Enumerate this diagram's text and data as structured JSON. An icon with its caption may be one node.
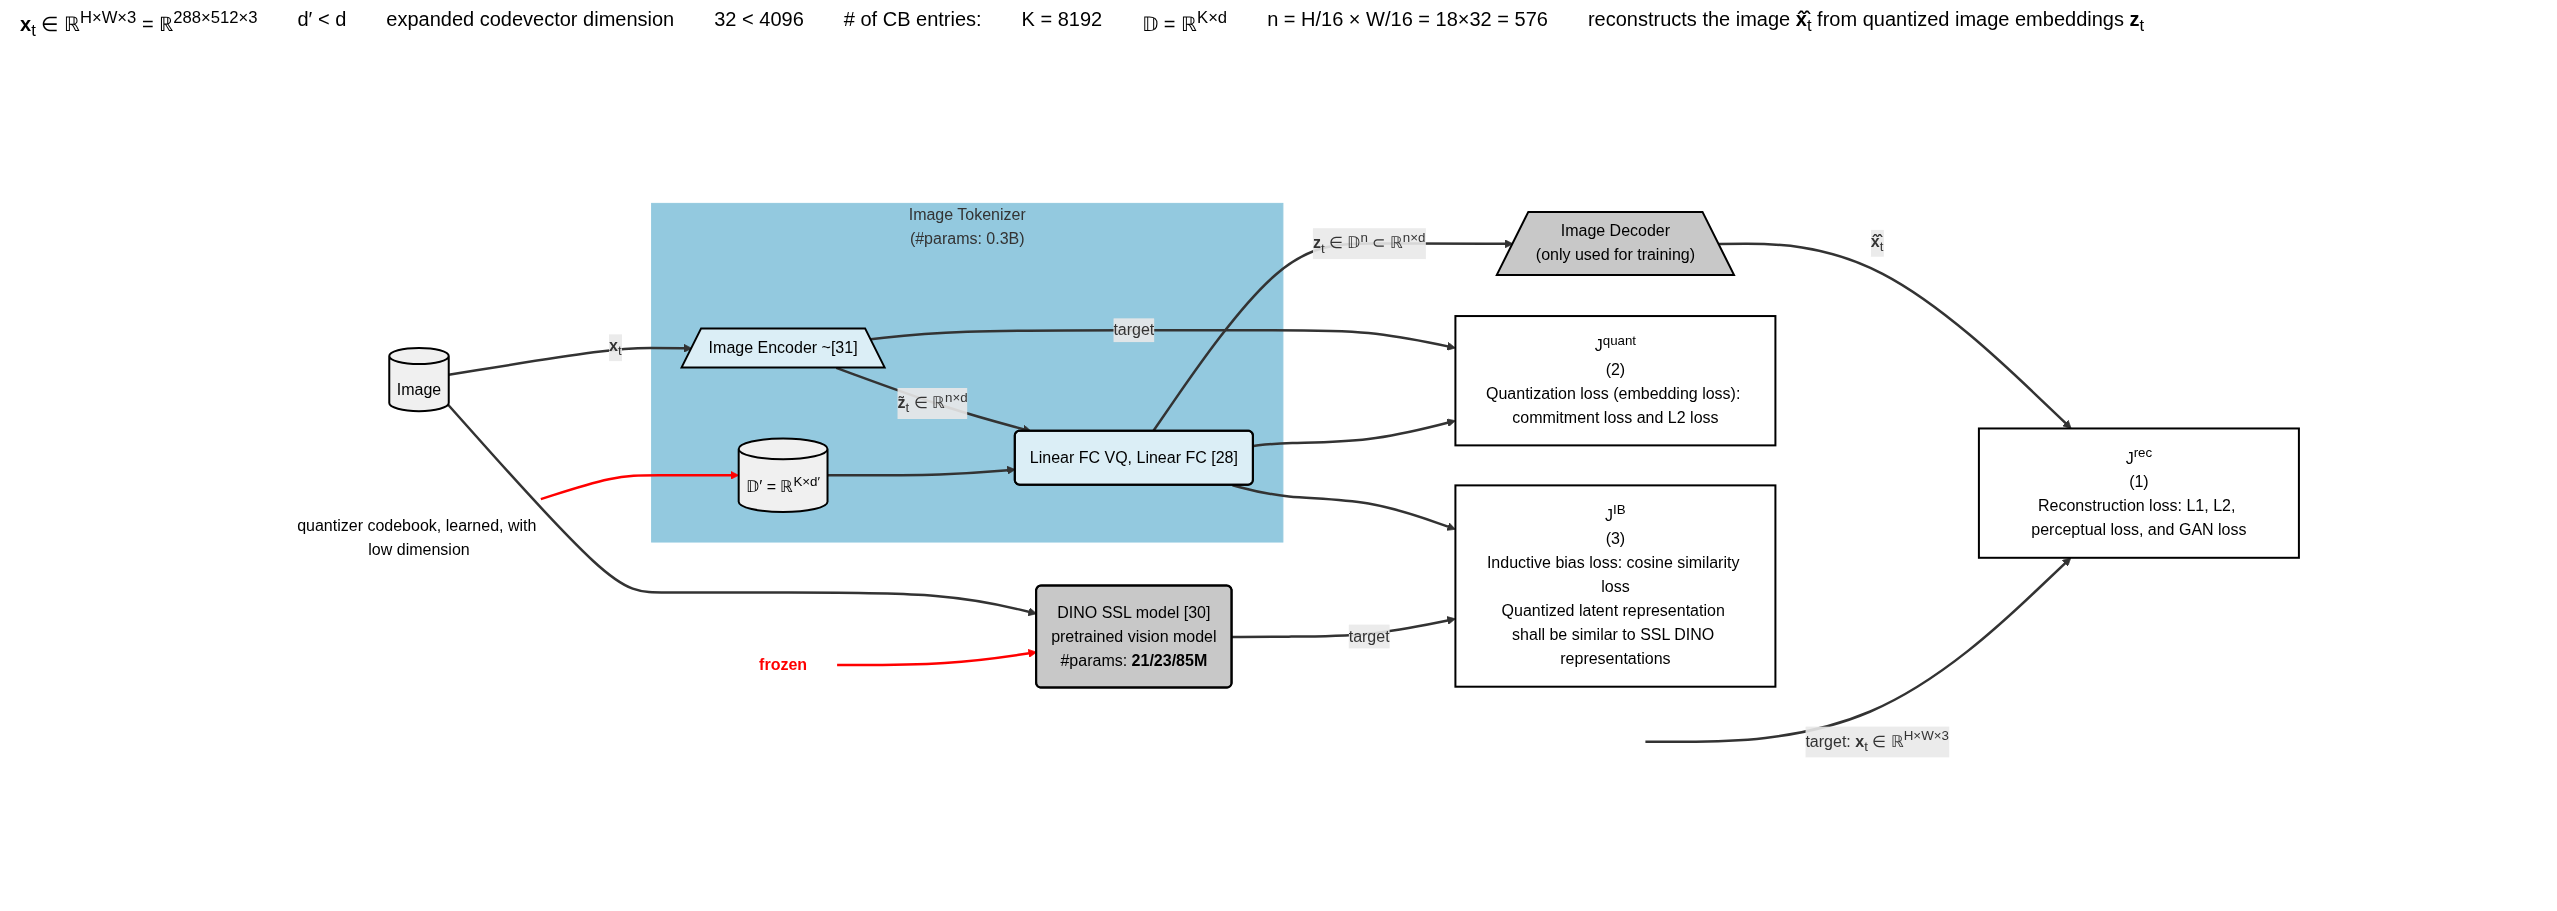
{
  "diagram": {
    "nodes": [
      {
        "text": [
          "Image Tokenizer",
          "(#params: 0.3B)"
        ]
      },
      {
        "text": [
          "Image"
        ]
      },
      {
        "text": [
          "Image Encoder ~[31]"
        ],
        "in": 0
      },
      {
        "text": [
          "𝔻′ = ℝ$^{K×d′}$"
        ],
        "in": 0
      },
      {
        "text": [
          "Linear FC VQ, Linear FC [28]"
        ],
        "in": 0
      },
      {
        "text": [
          "Image Decoder",
          "(only used for training)"
        ]
      },
      {
        "text": [
          "J$^{rec}$",
          "(1)",
          "Reconstruction loss: L1, L2, perceptual loss, and GAN loss"
        ]
      },
      {
        "text": [
          "J$^{quant}$",
          "(2)",
          "Quantization loss (embedding loss): commitment loss and L2 loss"
        ]
      },
      {
        "text": [
          "J$^{IB}$",
          "(3)",
          "Inductive bias loss: cosine similarity loss",
          "Quantized latent representation shall be similar to SSL DINO representations"
        ]
      },
      {
        "text": [
          "DINO SSL model [30]",
          "pretrained vision model",
          "#params: **21/23/85M**"
        ]
      },
      {
        "text": [
          "frozen"
        ]
      },
      {
        "text": [
          "quantizer codebook, learned, with low dimension"
        ]
      }
    ],
    "edges": [
      {
        "from": 1,
        "to": 2,
        "arrow": "to",
        "label": "**x**$_{t}$"
      },
      {
        "from": 1,
        "to": 9,
        "arrow": "to"
      },
      {
        "from": 2,
        "to": 4,
        "arrow": "to",
        "label": "**z̃**$_{t}$ ∈ ℝ$^{n×d}$"
      },
      {
        "from": 3,
        "to": 4,
        "arrow": "to"
      },
      {
        "from": 2,
        "to": 7,
        "arrow": "to",
        "label": "target"
      },
      {
        "from": 4,
        "to": 5,
        "arrow": "to",
        "label": "**z**$_{t}$ ∈ 𝔻$^{n}$ ⊂ ℝ$^{n×d}$"
      },
      {
        "from": 4,
        "to": 7,
        "arrow": "to"
      },
      {
        "from": 4,
        "to": 8,
        "arrow": "to"
      },
      {
        "from": 5,
        "to": 6,
        "arrow": "to",
        "label": "**x̂̂**$_{t}$"
      },
      {
        "from": null,
        "to": 6,
        "arrow": "to",
        "label": "target: **x**$_{t}$ ∈ ℝ$^{H×W×3}$"
      },
      {
        "from": 9,
        "to": 8,
        "arrow": "to",
        "label": "target"
      },
      {
        "from": 10,
        "to": 9,
        "arrow": "to",
        "color": "#ff0000"
      },
      {
        "from": 11,
        "to": 3,
        "arrow": "to",
        "color": "#ff0000"
      }
    ],
    "labels": [
      "**x**$_{t}$ ∈ ℝ$^{H×W×3}$ = ℝ$^{288×512×3}$",
      "d′ < d",
      "expanded codevector dimension",
      "32 < 4096",
      "# of CB entries:",
      "K = 8192",
      "𝔻 = ℝ$^{K×d}$",
      "n = H/16 × W/16 = 18×32 = 576",
      "reconstructs the image **x̂̂**$_{t}$ from quantized image embeddings **z**$_{t}$"
    ]
  }
}
